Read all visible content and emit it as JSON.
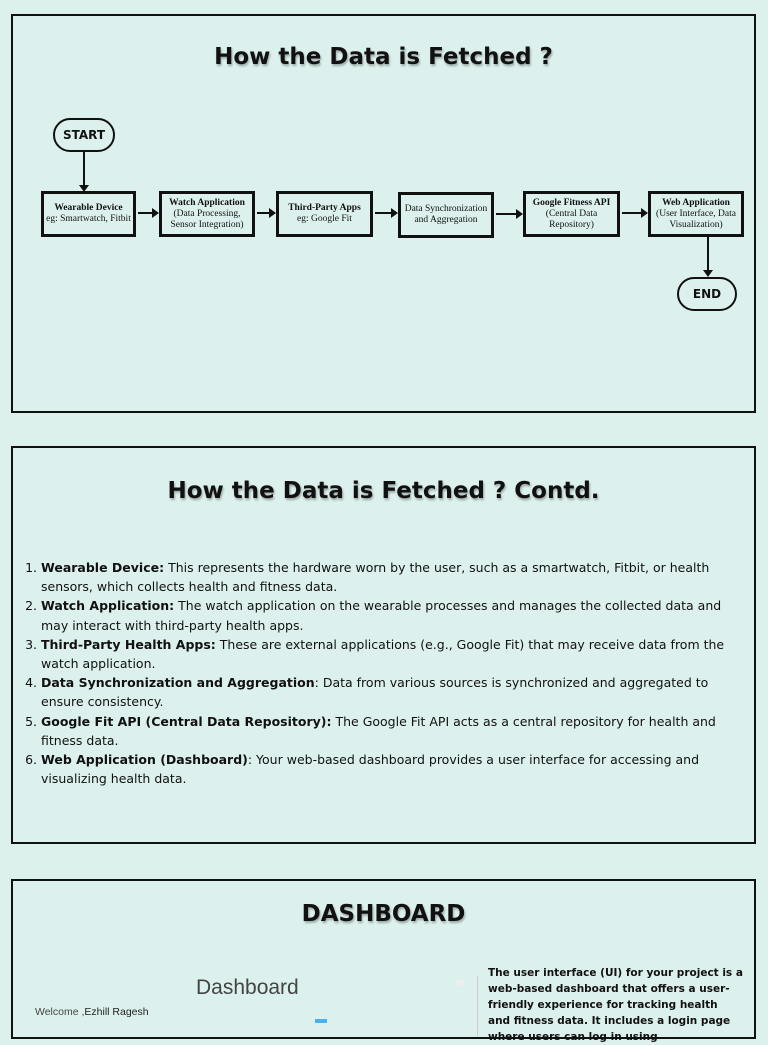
{
  "slide1": {
    "title": "How the Data is  Fetched ?",
    "start": "START",
    "end": "END",
    "boxes": [
      {
        "bold": "Wearable Device",
        "text": "eg: Smartwatch, Fitbit"
      },
      {
        "bold": "Watch Application",
        "text": "(Data Processing, Sensor Integration)"
      },
      {
        "bold": "Third-Party Apps",
        "text": "eg: Google Fit"
      },
      {
        "bold": "",
        "text": "Data Synchronization and Aggregation"
      },
      {
        "bold": "Google Fitness API",
        "text": "(Central Data Repository)"
      },
      {
        "bold": "Web Application",
        "text": "(User Interface, Data Visualization)"
      }
    ]
  },
  "slide2": {
    "title": "How the Data is Fetched ? Contd.",
    "items": [
      {
        "bold": "Wearable Device:",
        "text": " This represents the hardware worn by the user, such as a smartwatch, Fitbit, or health sensors, which collects health and fitness data."
      },
      {
        "bold": "Watch Application:",
        "text": " The watch application on the wearable processes and manages the collected data and may interact with third-party health apps."
      },
      {
        "bold": "Third-Party Health Apps:",
        "text": " These are external applications (e.g., Google Fit) that may receive data from the watch application."
      },
      {
        "bold": "Data Synchronization and Aggregation",
        "text": ": Data from various sources is synchronized and aggregated to ensure consistency."
      },
      {
        "bold": "Google Fit API (Central Data Repository):",
        "text": " The Google Fit API acts as a central repository for health and fitness data."
      },
      {
        "bold": "Web Application (Dashboard)",
        "text": ": Your web-based dashboard provides a user interface for accessing and visualizing health data."
      }
    ]
  },
  "slide3": {
    "title": "DASHBOARD",
    "dash_title": "Dashboard",
    "welcome": "Welcome ,",
    "user": "Ezhill Ragesh",
    "description": "The user interface (UI) for your project is a web-based dashboard that offers a user-friendly experience for tracking health and fitness data. It includes a login page where users can log in using"
  }
}
